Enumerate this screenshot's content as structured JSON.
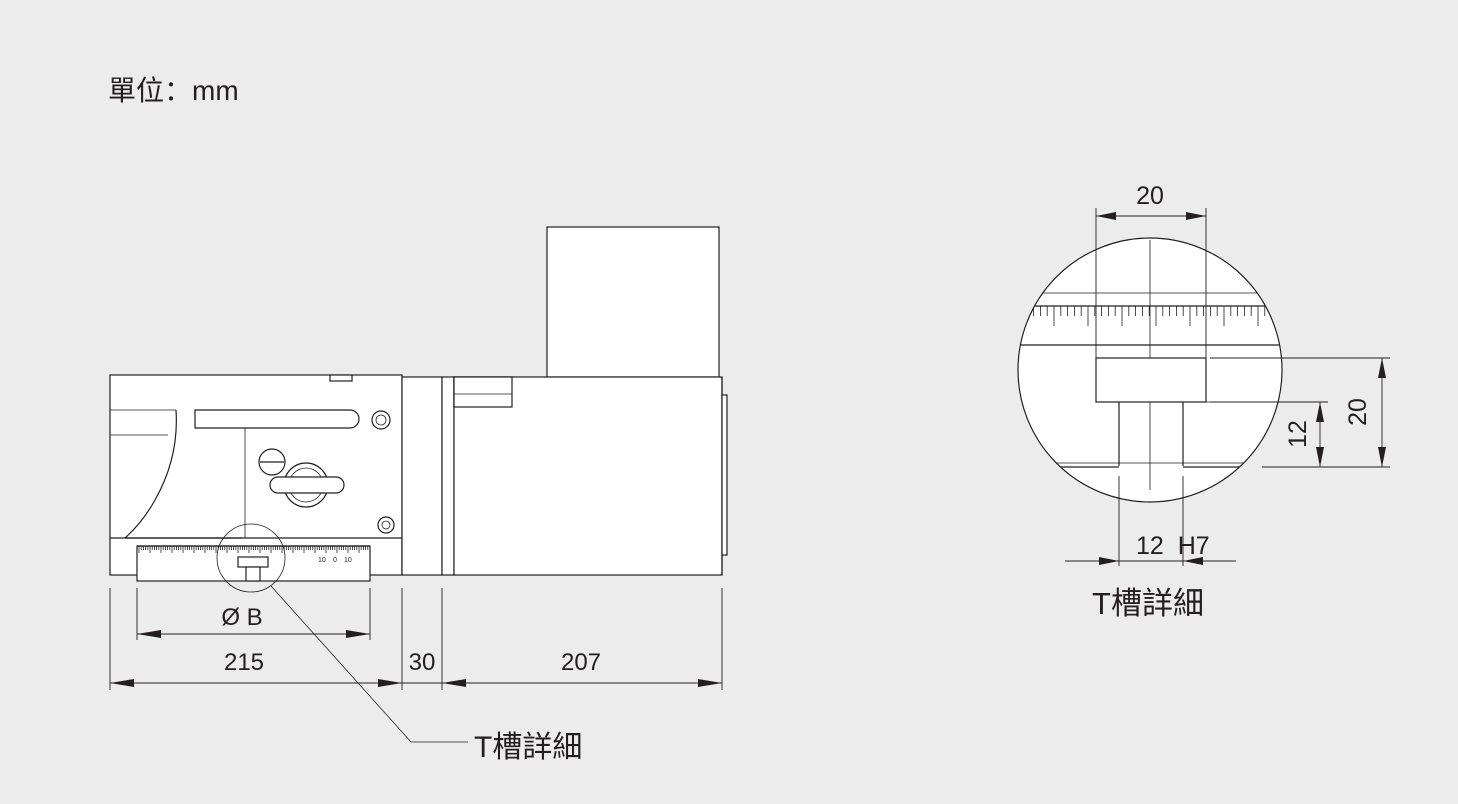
{
  "unit_label": "單位：mm",
  "main_view": {
    "dims": {
      "overall_left": "215",
      "middle": "30",
      "overall_right": "207",
      "bore": "Ø B"
    },
    "scale_numbers": [
      "10",
      "0",
      "10"
    ],
    "callout_label": "T槽詳細"
  },
  "detail_view": {
    "title": "T槽詳細",
    "dims": {
      "head_width": "20",
      "slot_width": "12  H7",
      "head_height": "12",
      "total_depth": "20"
    }
  }
}
